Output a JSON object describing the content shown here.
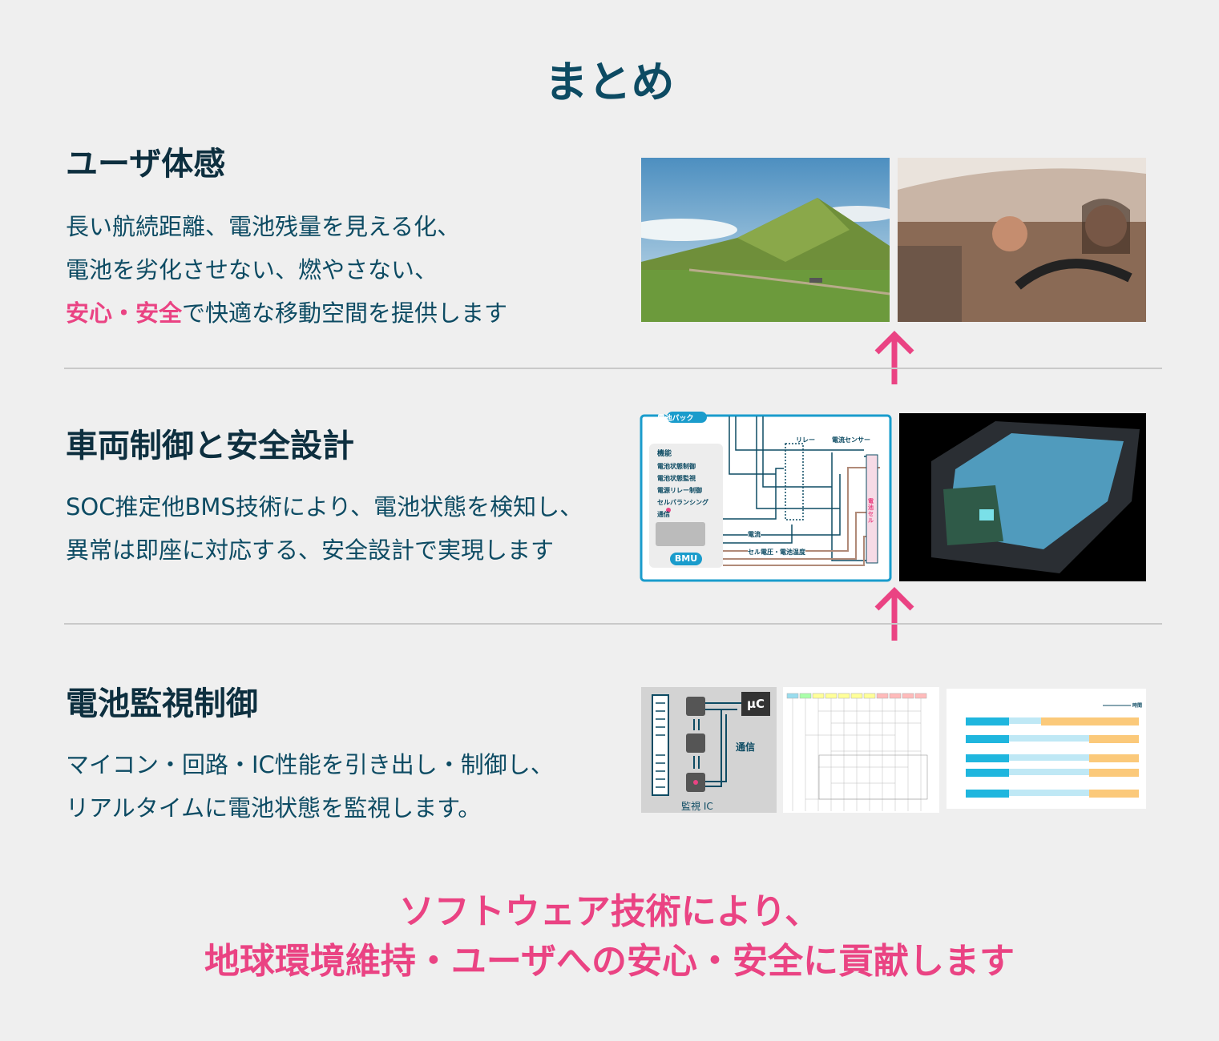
{
  "title": "まとめ",
  "sections": [
    {
      "heading": "ユーザ体感",
      "lines": [
        "長い航続距離、電池残量を見える化、",
        "電池を劣化させない、燃やさない、"
      ],
      "highlight": "安心・安全",
      "line3_rest": "で快適な移動空間を提供します",
      "images": [
        "mountain-road-photo",
        "happy-driver-photo"
      ]
    },
    {
      "heading": "車両制御と安全設計",
      "lines": [
        "SOC推定他BMS技術により、電池状態を検知し、",
        "異常は即座に対応する、安全設計で実現します"
      ],
      "diagram": {
        "pack_label": "電池パック",
        "functions_title": "機能",
        "functions": [
          "電池状態制御",
          "電池状態監視",
          "電源リレー制御",
          "セルバランシング",
          "通信"
        ],
        "bmu_label": "BMU",
        "relay_label": "リレー",
        "current_sensor_label": "電流センサー",
        "current_label": "電流",
        "cell_label": "セル電圧・電池温度",
        "battery_cell_label": "電池セル"
      },
      "images": [
        "bms-block-diagram",
        "battery-pack-render"
      ]
    },
    {
      "heading": "電池監視制御",
      "lines": [
        "マイコン・回路・IC性能を引き出し・制御し、",
        "リアルタイムに電池状態を監視します。"
      ],
      "monitor": {
        "mcu_label": "µC",
        "comm_label": "通信",
        "ic_label": "監視 IC"
      },
      "timing": {
        "time_label": "時間"
      },
      "images": [
        "monitor-ic-diagram",
        "sequence-diagram",
        "timing-chart"
      ]
    }
  ],
  "final_message": [
    "ソフトウェア技術により、",
    "地球環境維持・ユーザへの安心・安全に貢献します"
  ],
  "colors": {
    "accent": "#ea4383",
    "text": "#0d4b63",
    "heading": "#0d2f3f",
    "bms_frame": "#1a9ccc"
  }
}
